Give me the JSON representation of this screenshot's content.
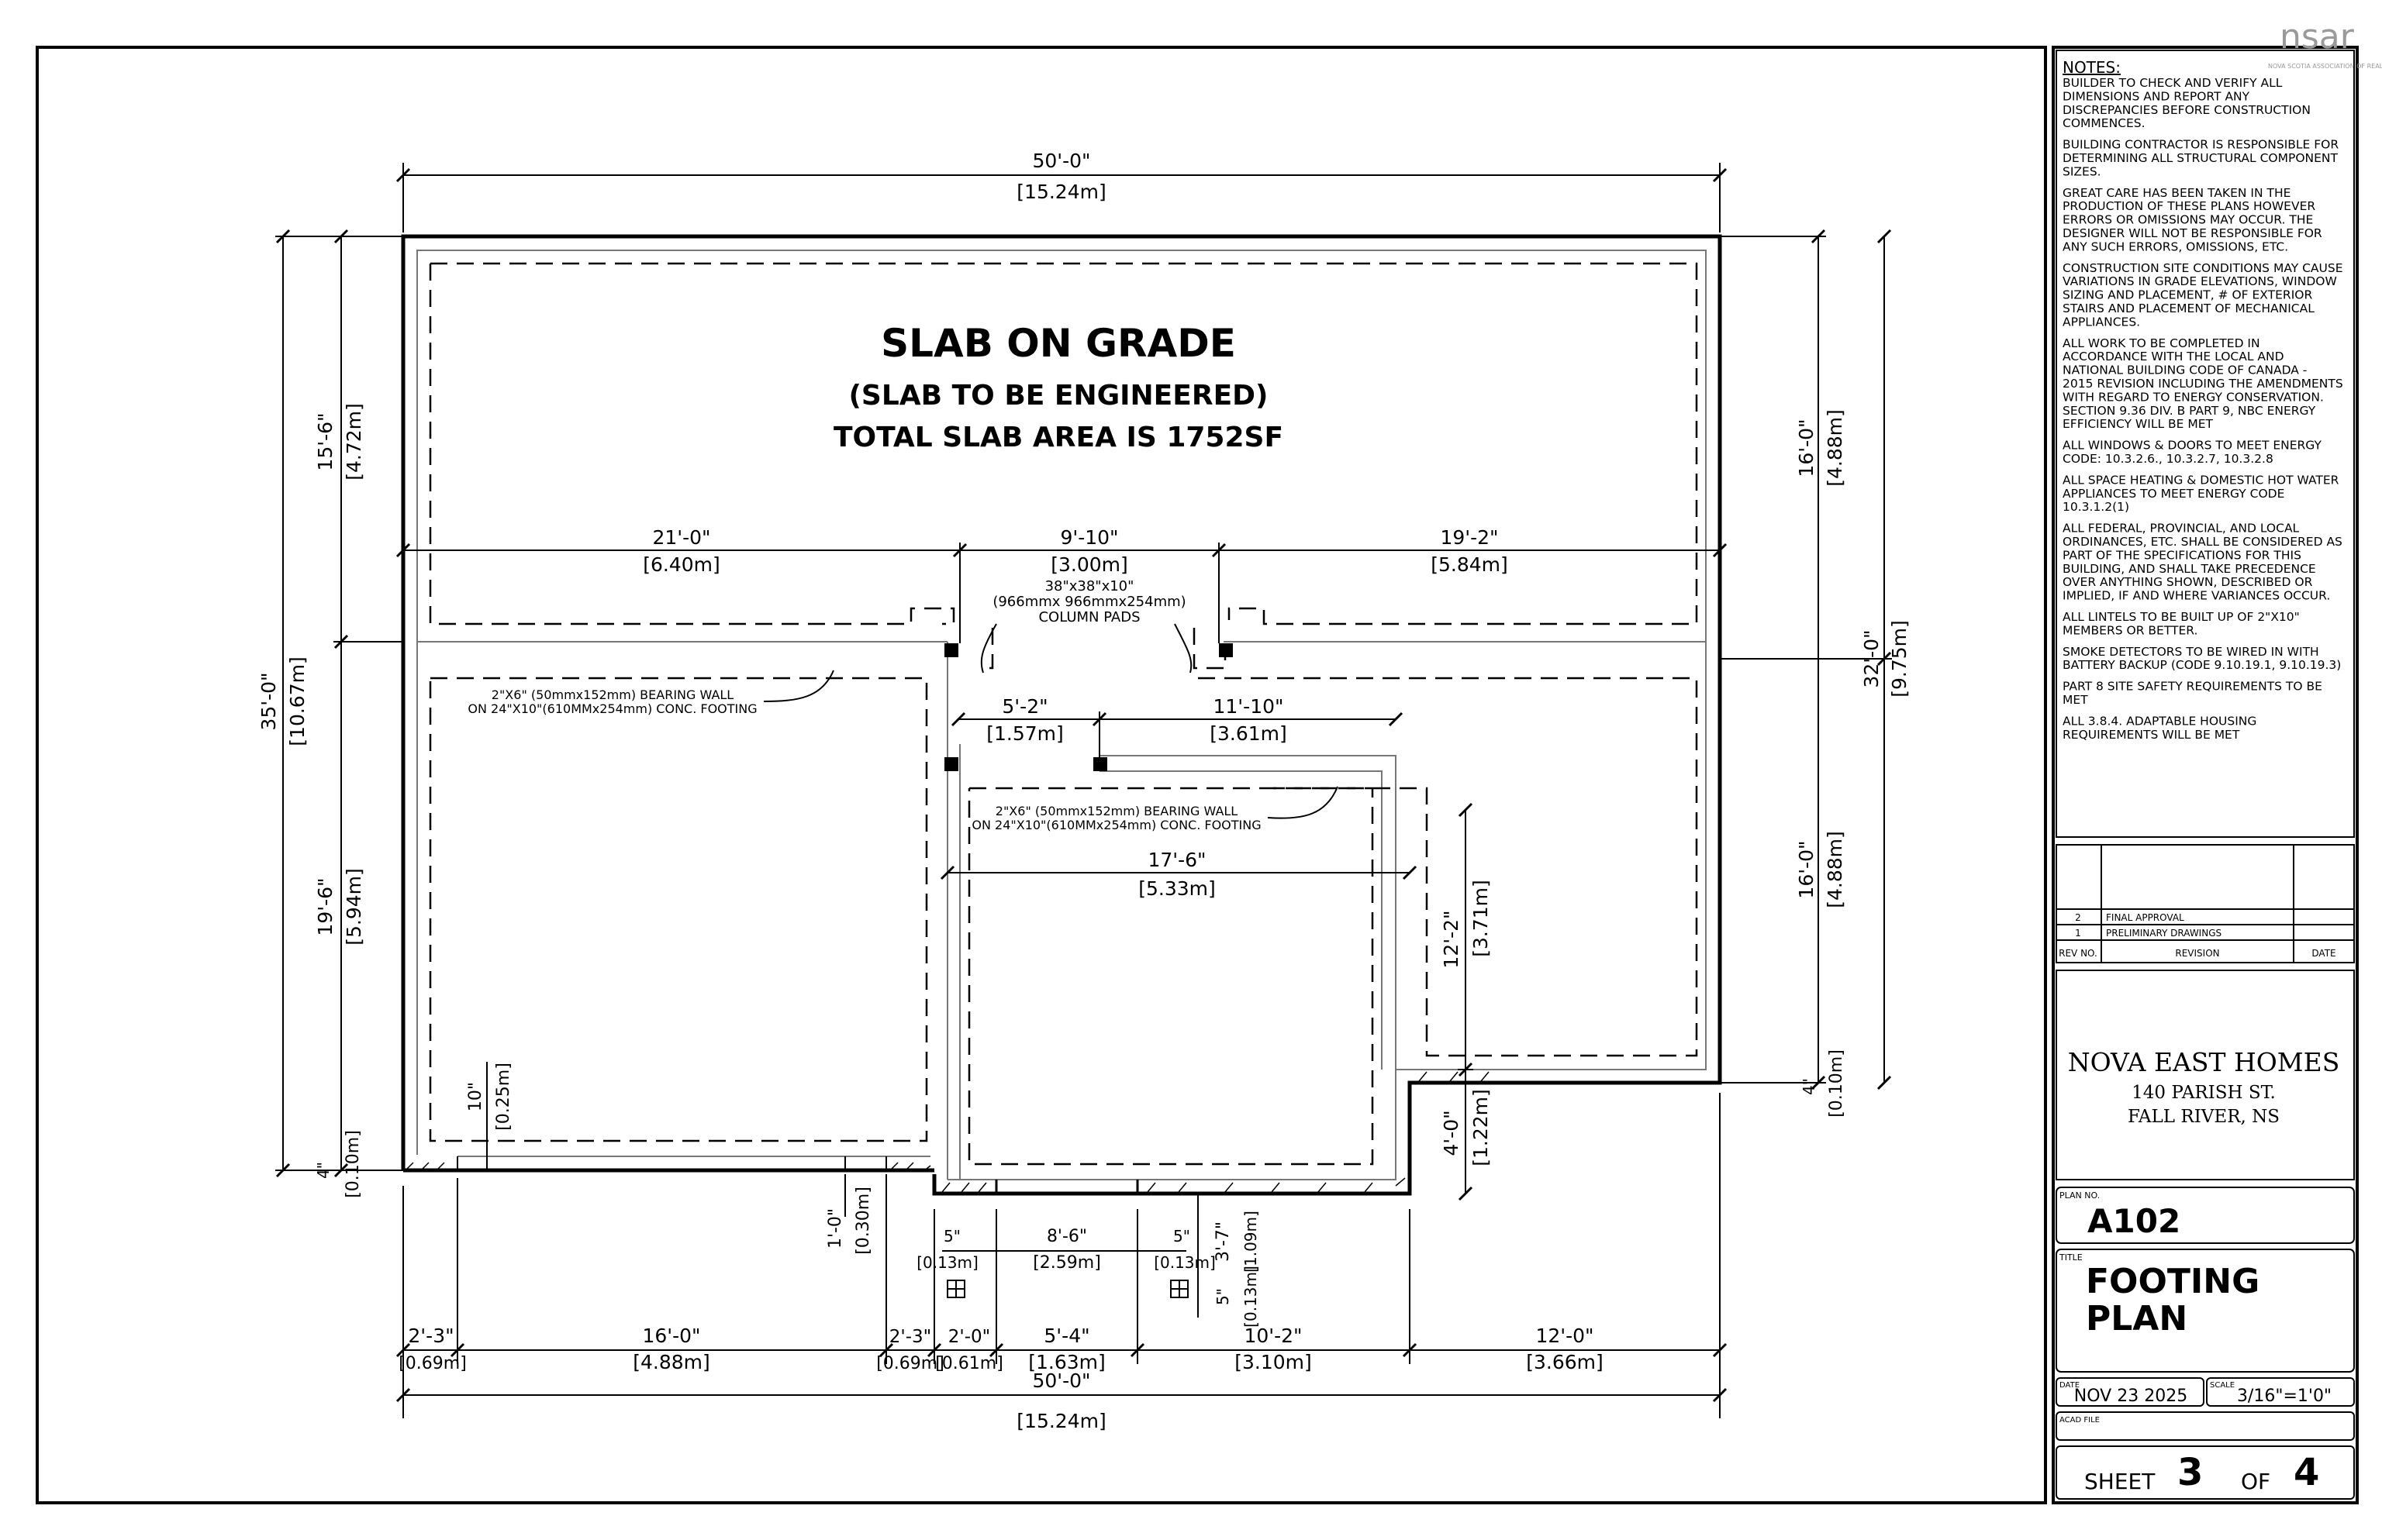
{
  "watermark": "nsar",
  "watermark_sub": "NOVA SCOTIA ASSOCIATION OF REALTORS",
  "slab": {
    "title": "SLAB ON GRADE",
    "subtitle": "(SLAB TO BE ENGINEERED)",
    "area": "TOTAL SLAB AREA IS 1752SF"
  },
  "dims": {
    "top_ft": "50'-0\"",
    "top_m": "[15.24m]",
    "bottom_ft": "50'-0\"",
    "bottom_m": "[15.24m]",
    "left_total_ft": "35'-0\"",
    "left_total_m": "[10.67m]",
    "left_upper_ft": "15'-6\"",
    "left_upper_m": "[4.72m]",
    "left_lower_ft": "19'-6\"",
    "left_lower_m": "[5.94m]",
    "left_small_ft": "4\"",
    "left_small_m": "[0.10m]",
    "left_10_ft": "10\"",
    "left_10_m": "[0.25m]",
    "right_total_ft": "32'-0\"",
    "right_total_m": "[9.75m]",
    "right_upper_ft": "16'-0\"",
    "right_upper_m": "[4.88m]",
    "right_lower_ft": "16'-0\"",
    "right_lower_m": "[4.88m]",
    "right_small_ft": "4\"",
    "right_small_m": "[0.10m]",
    "inner_12_ft": "12'-2\"",
    "inner_12_m": "[3.71m]",
    "inner_4_ft": "4'-0\"",
    "inner_4_m": "[1.22m]",
    "mid_21_ft": "21'-0\"",
    "mid_21_m": "[6.40m]",
    "mid_9_ft": "9'-10\"",
    "mid_9_m": "[3.00m]",
    "mid_19_ft": "19'-2\"",
    "mid_19_m": "[5.84m]",
    "d52_ft": "5'-2\"",
    "d52_m": "[1.57m]",
    "d1110_ft": "11'-10\"",
    "d1110_m": "[3.61m]",
    "d176_ft": "17'-6\"",
    "d176_m": "[5.33m]",
    "d10_ft": "1'-0\"",
    "d10_m": "[0.30m]",
    "d5a_ft": "5\"",
    "d5a_m": "[0.13m]",
    "d86_ft": "8'-6\"",
    "d86_m": "[2.59m]",
    "d5b_ft": "5\"",
    "d5b_m": "[0.13m]",
    "d37_ft": "3'-7\"",
    "d37_m": "[1.09m]",
    "d5c_ft": "5\"",
    "d5c_m": "[0.13m]",
    "b1_ft": "2'-3\"",
    "b1_m": "[0.69m]",
    "b2_ft": "16'-0\"",
    "b2_m": "[4.88m]",
    "b3_ft": "2'-3\"",
    "b3_m": "[0.69m]",
    "b4_ft": "2'-0\"",
    "b4_m": "[0.61m]",
    "b5_ft": "5'-4\"",
    "b5_m": "[1.63m]",
    "b6_ft": "10'-2\"",
    "b6_m": "[3.10m]",
    "b7_ft": "12'-0\"",
    "b7_m": "[3.66m]"
  },
  "annotations": {
    "column_pads_1": "38\"x38\"x10\"",
    "column_pads_2": "(966mmx 966mmx254mm)",
    "column_pads_3": "COLUMN PADS",
    "bearing_wall_a1": "2\"X6\" (50mmx152mm) BEARING WALL",
    "bearing_wall_a2": "ON 24\"X10\"(610MMx254mm) CONC. FOOTING",
    "bearing_wall_b1": "2\"X6\" (50mmx152mm) BEARING WALL",
    "bearing_wall_b2": "ON 24\"X10\"(610MMx254mm) CONC. FOOTING"
  },
  "notes": {
    "heading": "NOTES:",
    "lines": [
      "BUILDER TO CHECK AND  VERIFY ALL",
      "DIMENSIONS AND REPORT ANY",
      "DISCREPANCIES BEFORE CONSTRUCTION",
      "COMMENCES.",
      "",
      "BUILDING CONTRACTOR IS RESPONSIBLE FOR",
      "DETERMINING ALL STRUCTURAL COMPONENT",
      "SIZES.",
      "",
      "GREAT CARE HAS BEEN TAKEN IN THE",
      "PRODUCTION OF THESE PLANS HOWEVER",
      "ERRORS OR OMISSIONS MAY OCCUR. THE",
      "DESIGNER WILL NOT BE RESPONSIBLE FOR",
      "ANY SUCH ERRORS, OMISSIONS, ETC.",
      "",
      "CONSTRUCTION SITE CONDITIONS MAY CAUSE",
      "VARIATIONS IN GRADE ELEVATIONS, WINDOW",
      "SIZING AND PLACEMENT, # OF EXTERIOR",
      "STAIRS AND PLACEMENT OF MECHANICAL",
      "APPLIANCES.",
      "",
      "ALL WORK TO BE COMPLETED IN",
      "ACCORDANCE WITH THE LOCAL AND",
      "NATIONAL BUILDING CODE OF CANADA -",
      "2015 REVISION INCLUDING THE AMENDMENTS",
      "WITH REGARD TO ENERGY CONSERVATION.",
      "SECTION 9.36 DIV. B PART 9, NBC ENERGY",
      "EFFICIENCY WILL BE MET",
      "",
      "ALL WINDOWS & DOORS TO MEET ENERGY",
      "CODE: 10.3.2.6., 10.3.2.7, 10.3.2.8",
      "",
      "ALL SPACE HEATING & DOMESTIC HOT WATER",
      "APPLIANCES TO MEET ENERGY CODE",
      "10.3.1.2(1)",
      "",
      "ALL FEDERAL, PROVINCIAL, AND LOCAL",
      "ORDINANCES, ETC. SHALL BE CONSIDERED AS",
      "PART OF THE SPECIFICATIONS FOR THIS",
      "BUILDING, AND SHALL TAKE PRECEDENCE",
      "OVER ANYTHING SHOWN, DESCRIBED OR",
      "IMPLIED, IF AND WHERE VARIANCES OCCUR.",
      "",
      "ALL LINTELS TO BE BUILT UP OF 2\"X10\"",
      "MEMBERS OR BETTER.",
      "",
      "SMOKE DETECTORS TO BE WIRED IN WITH",
      "BATTERY BACKUP (CODE 9.10.19.1, 9.10.19.3)",
      "",
      "PART 8 SITE SAFETY REQUIREMENTS TO BE",
      "MET",
      "",
      "ALL 3.8.4. ADAPTABLE HOUSING",
      "REQUIREMENTS WILL BE MET"
    ]
  },
  "revisions": {
    "rows": [
      {
        "no": "2",
        "text": "FINAL APPROVAL"
      },
      {
        "no": "1",
        "text": "PRELIMINARY DRAWINGS"
      }
    ],
    "col_no": "REV NO.",
    "col_rev": "REVISION",
    "col_date": "DATE"
  },
  "company": {
    "name": "NOVA EAST HOMES",
    "street": "140  PARISH ST.",
    "city": "FALL RIVER, NS"
  },
  "plan_no": {
    "label": "PLAN NO.",
    "value": "A102"
  },
  "title_block": {
    "label": "TITLE",
    "line1": "FOOTING",
    "line2": "PLAN"
  },
  "date": {
    "label": "DATE",
    "value": "NOV 23 2025"
  },
  "scale": {
    "label": "SCALE",
    "value": "3/16\"=1'0\""
  },
  "acad": {
    "label": "ACAD FILE"
  },
  "sheet": {
    "label": "SHEET",
    "num": "3",
    "of_label": "OF",
    "total": "4"
  }
}
